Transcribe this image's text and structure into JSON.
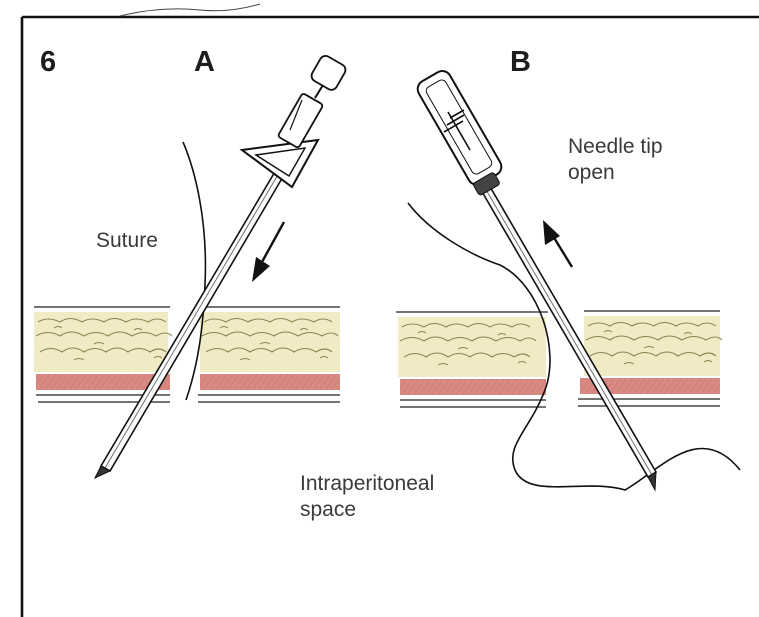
{
  "figure": {
    "number": "6",
    "panel_a": "A",
    "panel_b": "B"
  },
  "labels": {
    "suture": "Suture",
    "needle_tip_line1": "Needle tip",
    "needle_tip_line2": "open",
    "space_line1": "Intraperitoneal",
    "space_line2": "space"
  },
  "colors": {
    "ink": "#1e1e1e",
    "fat": "#f0ebc4",
    "muscle": "#d98a83",
    "background": "#ffffff"
  }
}
